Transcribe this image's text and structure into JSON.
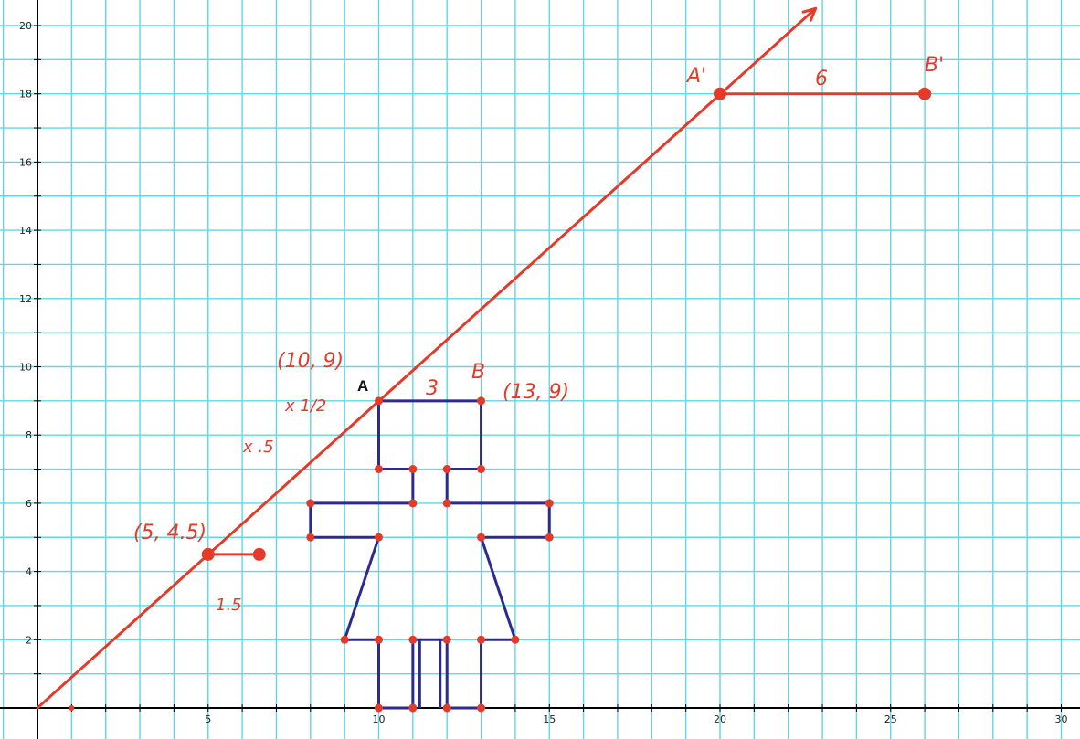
{
  "chart_data": {
    "type": "scatter",
    "title": "",
    "xlabel": "",
    "ylabel": "",
    "xlim": [
      0,
      30
    ],
    "ylim": [
      0,
      20
    ],
    "grid": true,
    "x_ticks": [
      "5",
      "10",
      "15",
      "20",
      "25",
      "30"
    ],
    "y_ticks": [
      "2",
      "4",
      "6",
      "8",
      "10",
      "12",
      "14",
      "16",
      "18",
      "20"
    ],
    "colors": {
      "grid": "#5fd7e6",
      "figure": "#2b2b8f",
      "annotation": "#e53a2a",
      "axis": "#000000"
    },
    "ray": {
      "from": [
        0,
        0
      ],
      "to": [
        22.8,
        20.5
      ],
      "arrow": true
    },
    "figure_outline": [
      [
        10,
        9
      ],
      [
        13,
        9
      ],
      [
        13,
        7
      ],
      [
        12,
        7
      ],
      [
        12,
        6
      ],
      [
        15,
        6
      ],
      [
        15,
        5
      ],
      [
        13,
        5
      ],
      [
        14,
        2
      ],
      [
        13,
        2
      ],
      [
        13,
        0
      ],
      [
        12,
        0
      ],
      [
        12,
        2
      ],
      [
        11,
        2
      ],
      [
        11,
        0
      ],
      [
        10,
        0
      ],
      [
        10,
        2
      ],
      [
        9,
        2
      ],
      [
        10,
        5
      ],
      [
        8,
        5
      ],
      [
        8,
        6
      ],
      [
        11,
        6
      ],
      [
        11,
        7
      ],
      [
        10,
        7
      ],
      [
        10,
        9
      ]
    ],
    "figure_inner_lines": [
      [
        [
          11.2,
          2
        ],
        [
          11.2,
          0
        ]
      ],
      [
        [
          11.8,
          2
        ],
        [
          11.8,
          0
        ]
      ]
    ],
    "figure_vertices": [
      [
        10,
        9
      ],
      [
        13,
        9
      ],
      [
        13,
        7
      ],
      [
        12,
        7
      ],
      [
        12,
        6
      ],
      [
        15,
        6
      ],
      [
        15,
        5
      ],
      [
        13,
        5
      ],
      [
        14,
        2
      ],
      [
        13,
        2
      ],
      [
        13,
        0
      ],
      [
        12,
        0
      ],
      [
        12,
        2
      ],
      [
        11,
        2
      ],
      [
        11,
        0
      ],
      [
        10,
        0
      ],
      [
        10,
        2
      ],
      [
        9,
        2
      ],
      [
        10,
        5
      ],
      [
        8,
        5
      ],
      [
        8,
        6
      ],
      [
        11,
        6
      ],
      [
        11,
        7
      ],
      [
        10,
        7
      ]
    ],
    "segments": [
      {
        "name": "A'B'",
        "from": [
          20,
          18
        ],
        "to": [
          26,
          18
        ],
        "length_label": "6"
      },
      {
        "name": "small",
        "from": [
          5,
          4.5
        ],
        "to": [
          6.5,
          4.5
        ],
        "length_label": "1.5"
      },
      {
        "name": "AB",
        "from": [
          10,
          9
        ],
        "to": [
          13,
          9
        ],
        "length_label": "3"
      }
    ],
    "big_points": [
      [
        20,
        18
      ],
      [
        26,
        18
      ],
      [
        5,
        4.5
      ],
      [
        6.5,
        4.5
      ]
    ],
    "origin_marker": [
      1,
      0
    ],
    "labels": {
      "point_a": "A",
      "point_b": "B",
      "point_a_prime": "A'",
      "point_b_prime": "B'",
      "coord_a": "(10, 9)",
      "coord_b": "(13, 9)",
      "coord_half": "(5, 4.5)",
      "len_ab": "3",
      "len_prime": "6",
      "len_small": "1.5",
      "scale_fraction": "x 1/2",
      "scale_decimal": "x .5"
    }
  }
}
